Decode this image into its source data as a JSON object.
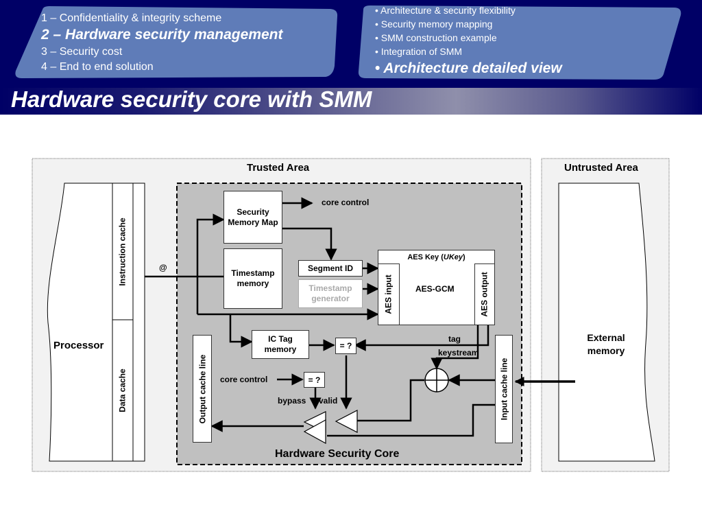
{
  "nav_left": {
    "items": [
      "1 – Confidentiality & integrity scheme",
      "2 – Hardware security management",
      "3 – Security cost",
      "4 – End to end solution"
    ]
  },
  "nav_right": {
    "items": [
      "• Architecture & security flexibility",
      "• Security memory mapping",
      "• SMM construction example",
      "• Integration of SMM"
    ],
    "active_bullet": "•",
    "active": "Architecture detailed view"
  },
  "title": "Hardware security core with SMM",
  "diagram": {
    "trusted_area": "Trusted Area",
    "untrusted_area": "Untrusted Area",
    "hardware_security_core": "Hardware Security Core",
    "processor": "Processor",
    "instruction_cache": "Instruction cache",
    "data_cache": "Data cache",
    "address": "@",
    "security_memory_map": "Security Memory Map",
    "core_control_top": "core control",
    "timestamp_memory": "Timestamp memory",
    "segment_id": "Segment ID",
    "timestamp_generator": "Timestamp generator",
    "aes_key_prefix": "AES Key (",
    "aes_key_name": "UKey",
    "aes_key_suffix": ")",
    "aes_input": "AES input",
    "aes_gcm": "AES-GCM",
    "aes_output": "AES output",
    "ic_tag_memory": "IC Tag memory",
    "compare_tag": "= ?",
    "tag": "tag",
    "keystream": "keystream",
    "output_cache_line": "Output cache line",
    "core_control_bottom": "core control",
    "compare_valid": "= ?",
    "bypass": "bypass",
    "valid": "valid",
    "input_cache_line": "Input cache line",
    "external_memory": "External memory"
  }
}
